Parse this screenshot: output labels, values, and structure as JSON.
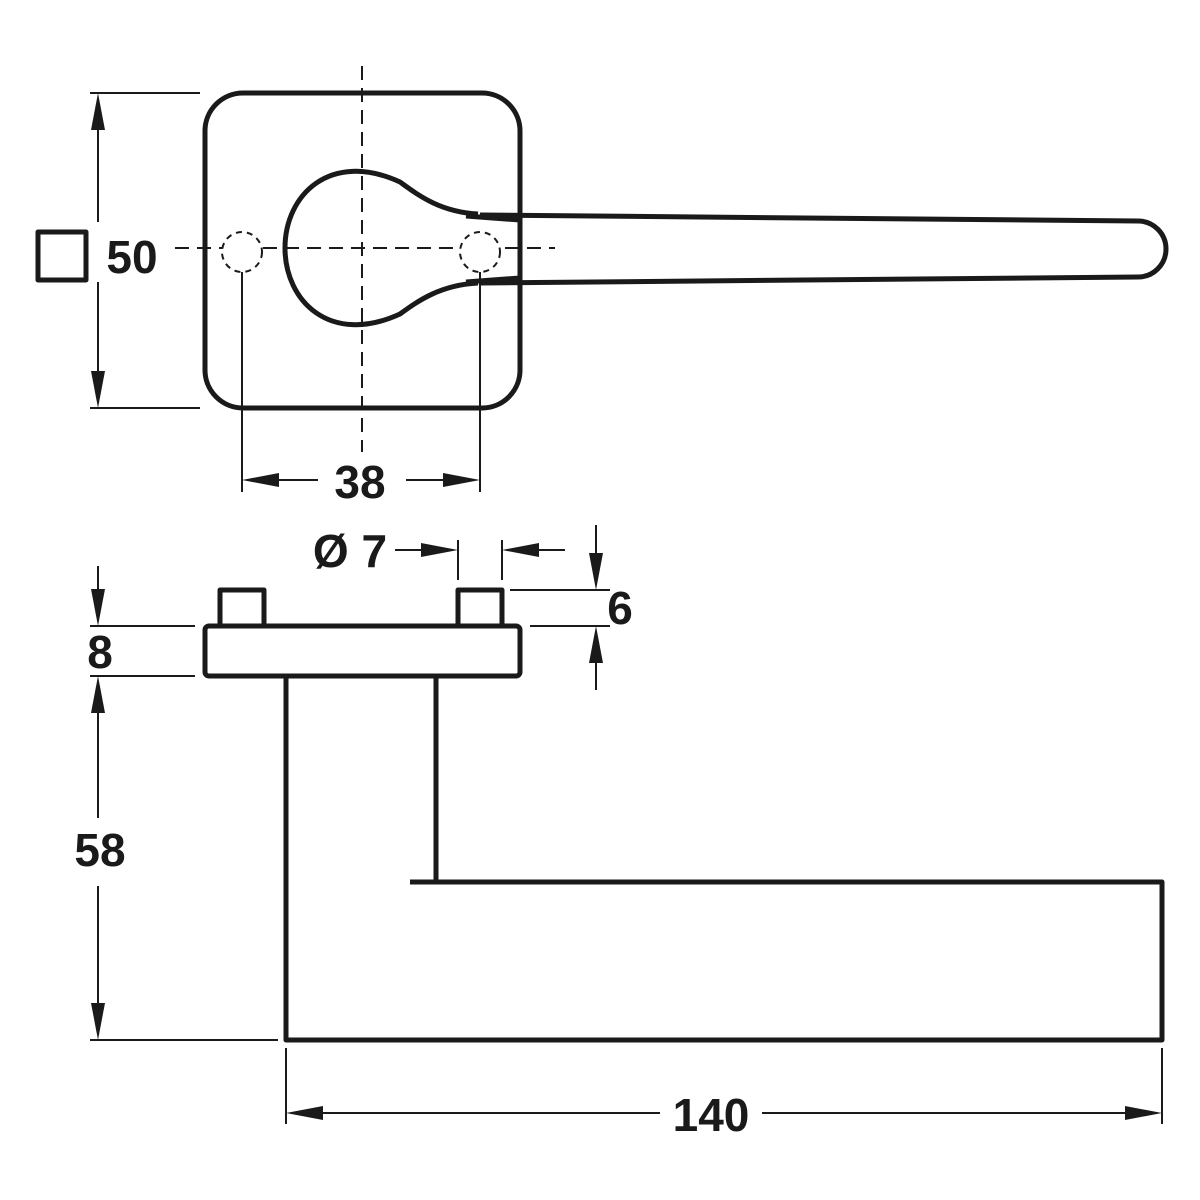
{
  "colors": {
    "line": "#1a1a1a",
    "background": "#ffffff"
  },
  "symbols": {
    "square_icon": "square-section-icon",
    "diameter_symbol": "Ø"
  },
  "dimensions": {
    "rose_size": "50",
    "fixing_centres": "38",
    "fixing_diameter": "Ø 7",
    "pin_height": "6",
    "rose_thickness": "8",
    "lever_projection": "58",
    "lever_length": "140"
  }
}
